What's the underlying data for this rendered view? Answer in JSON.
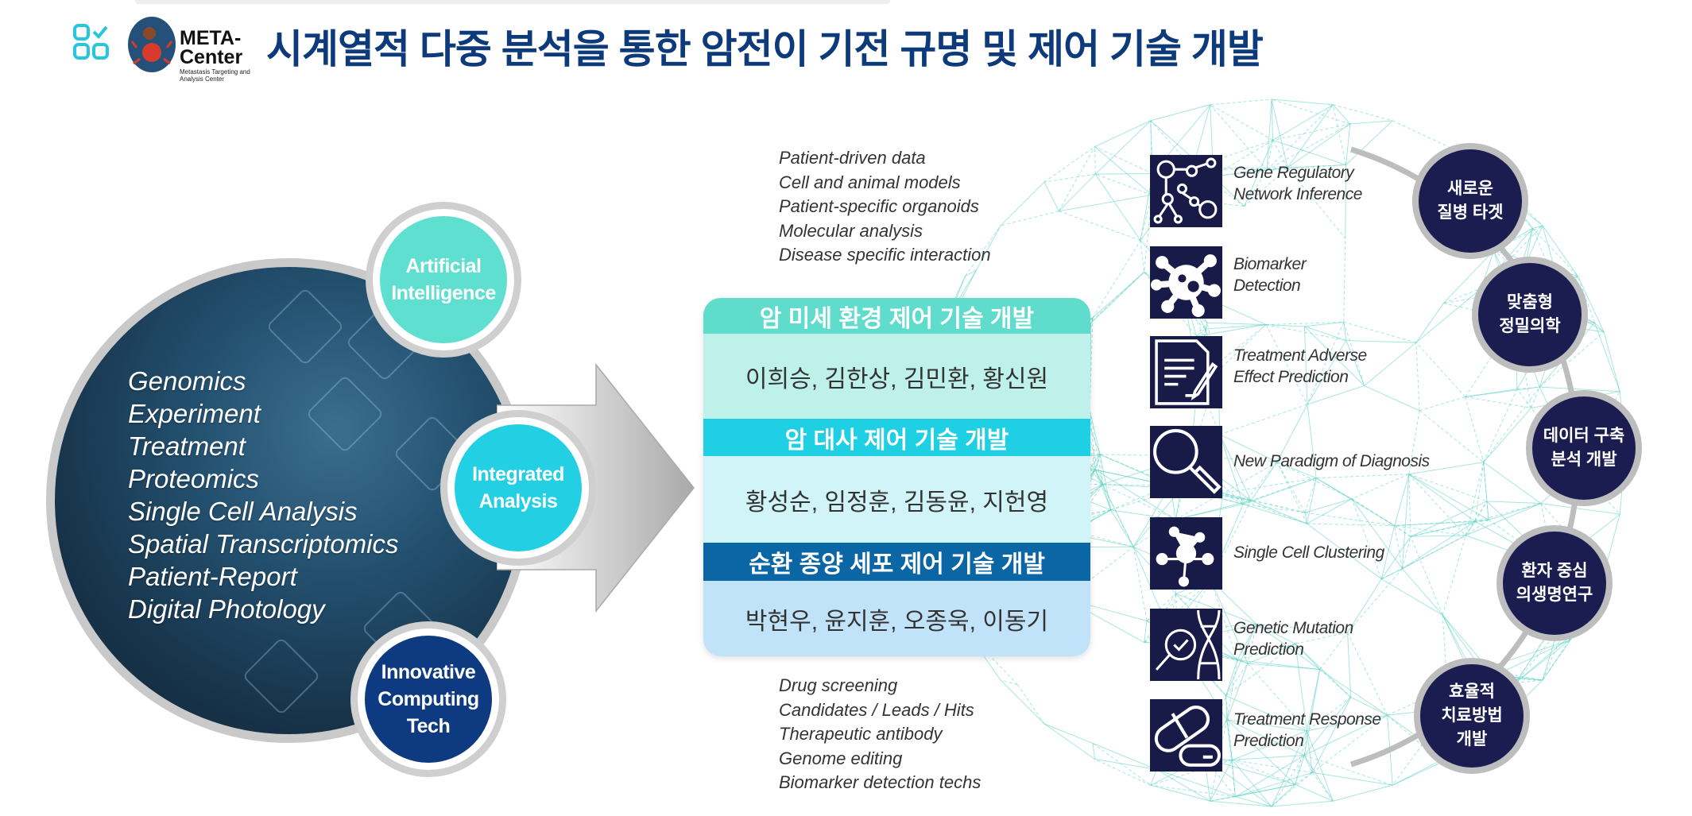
{
  "header": {
    "title": "시계열적 다중 분석을 통한 암전이 기전 규명 및 제어 기술 개발",
    "logo": {
      "name": "META-Center",
      "name_line1": "META-",
      "name_line2": "Center",
      "subtitle": "Metastasis Targeting and Analysis Center"
    }
  },
  "left": {
    "data_types": [
      "Genomics",
      "Experiment",
      "Treatment",
      "Proteomics",
      "Single Cell Analysis",
      "Spatial Transcriptomics",
      "Patient-Report",
      "Digital Photology"
    ],
    "pillars": [
      {
        "line1": "Artificial",
        "line2": "Intelligence",
        "color": "#5fdfd0"
      },
      {
        "line1": "Integrated",
        "line2": "Analysis",
        "color": "#22cfe3"
      },
      {
        "line1": "Innovative",
        "line2": "Computing",
        "line3": "Tech",
        "color": "#0d3a80"
      }
    ]
  },
  "center": {
    "top_list": [
      "Patient-driven data",
      "Cell and animal models",
      "Patient-specific organoids",
      "Molecular analysis",
      "Disease specific interaction"
    ],
    "groups": [
      {
        "title": "암 미세 환경 제어 기술 개발",
        "members": "이희승, 김한상, 김민환, 황신원",
        "header_color": "#5fdccb",
        "body_color": "#bdf1e9"
      },
      {
        "title": "암 대사 제어 기술 개발",
        "members": "황성순, 임정훈, 김동윤, 지헌영",
        "header_color": "#1fcfe3",
        "body_color": "#d0f4f8"
      },
      {
        "title": "순환 종양 세포 제어 기술 개발",
        "members": "박현우, 윤지훈, 오종욱, 이동기",
        "header_color": "#0b66a6",
        "body_color": "#c0e3f9"
      }
    ],
    "bottom_list": [
      "Drug screening",
      "Candidates / Leads / Hits",
      "Therapeutic antibody",
      "Genome editing",
      "Biomarker detection techs"
    ]
  },
  "right": {
    "applications": [
      {
        "icon": "network-icon",
        "line1": "Gene Regulatory",
        "line2": "Network Inference"
      },
      {
        "icon": "virus-icon",
        "line1": "Biomarker",
        "line2": "Detection"
      },
      {
        "icon": "document-pen-icon",
        "line1": "Treatment Adverse",
        "line2": "Effect Prediction"
      },
      {
        "icon": "magnifier-icon",
        "line1": "New Paradigm of Diagnosis",
        "line2": ""
      },
      {
        "icon": "cluster-icon",
        "line1": "Single Cell Clustering",
        "line2": ""
      },
      {
        "icon": "dna-search-icon",
        "line1": "Genetic Mutation",
        "line2": "Prediction"
      },
      {
        "icon": "pill-icon",
        "line1": "Treatment Response",
        "line2": "Prediction"
      }
    ],
    "outcomes": [
      {
        "line1": "새로운",
        "line2": "질병 타겟"
      },
      {
        "line1": "맞춤형",
        "line2": "정밀의학"
      },
      {
        "line1": "데이터 구축",
        "line2": "분석 개발"
      },
      {
        "line1": "환자 중심",
        "line2": "의생명연구"
      },
      {
        "line1": "효율적",
        "line2": "치료방법",
        "line3": "개발"
      }
    ]
  }
}
